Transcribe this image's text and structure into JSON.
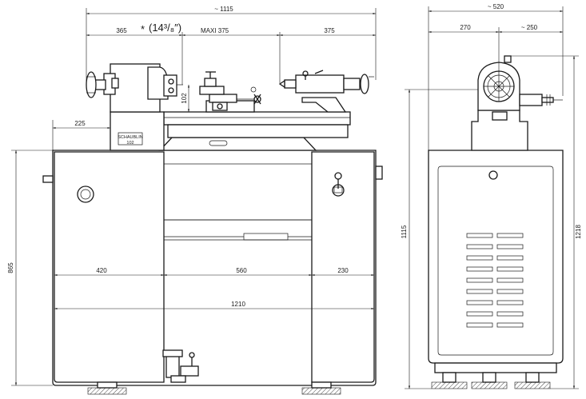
{
  "front_view": {
    "overall_length": "~ 1115",
    "headstock_dim": "365",
    "inch_note_prefix": "*",
    "inch_note": "(14³/₈″)",
    "max_between": "MAXI 375",
    "tailstock_dim": "375",
    "height_dim": "102",
    "headstock_overhang": "225",
    "maker_plate_line1": "SCHAUBLIN",
    "maker_plate_line2": "102",
    "cabinet_left": "420",
    "cabinet_middle": "560",
    "cabinet_right": "230",
    "cabinet_length": "1210",
    "cabinet_height": "865"
  },
  "side_view": {
    "overall_width": "~ 520",
    "left_width": "270",
    "right_width": "~ 250",
    "height_a": "1115",
    "height_b": "1218"
  }
}
